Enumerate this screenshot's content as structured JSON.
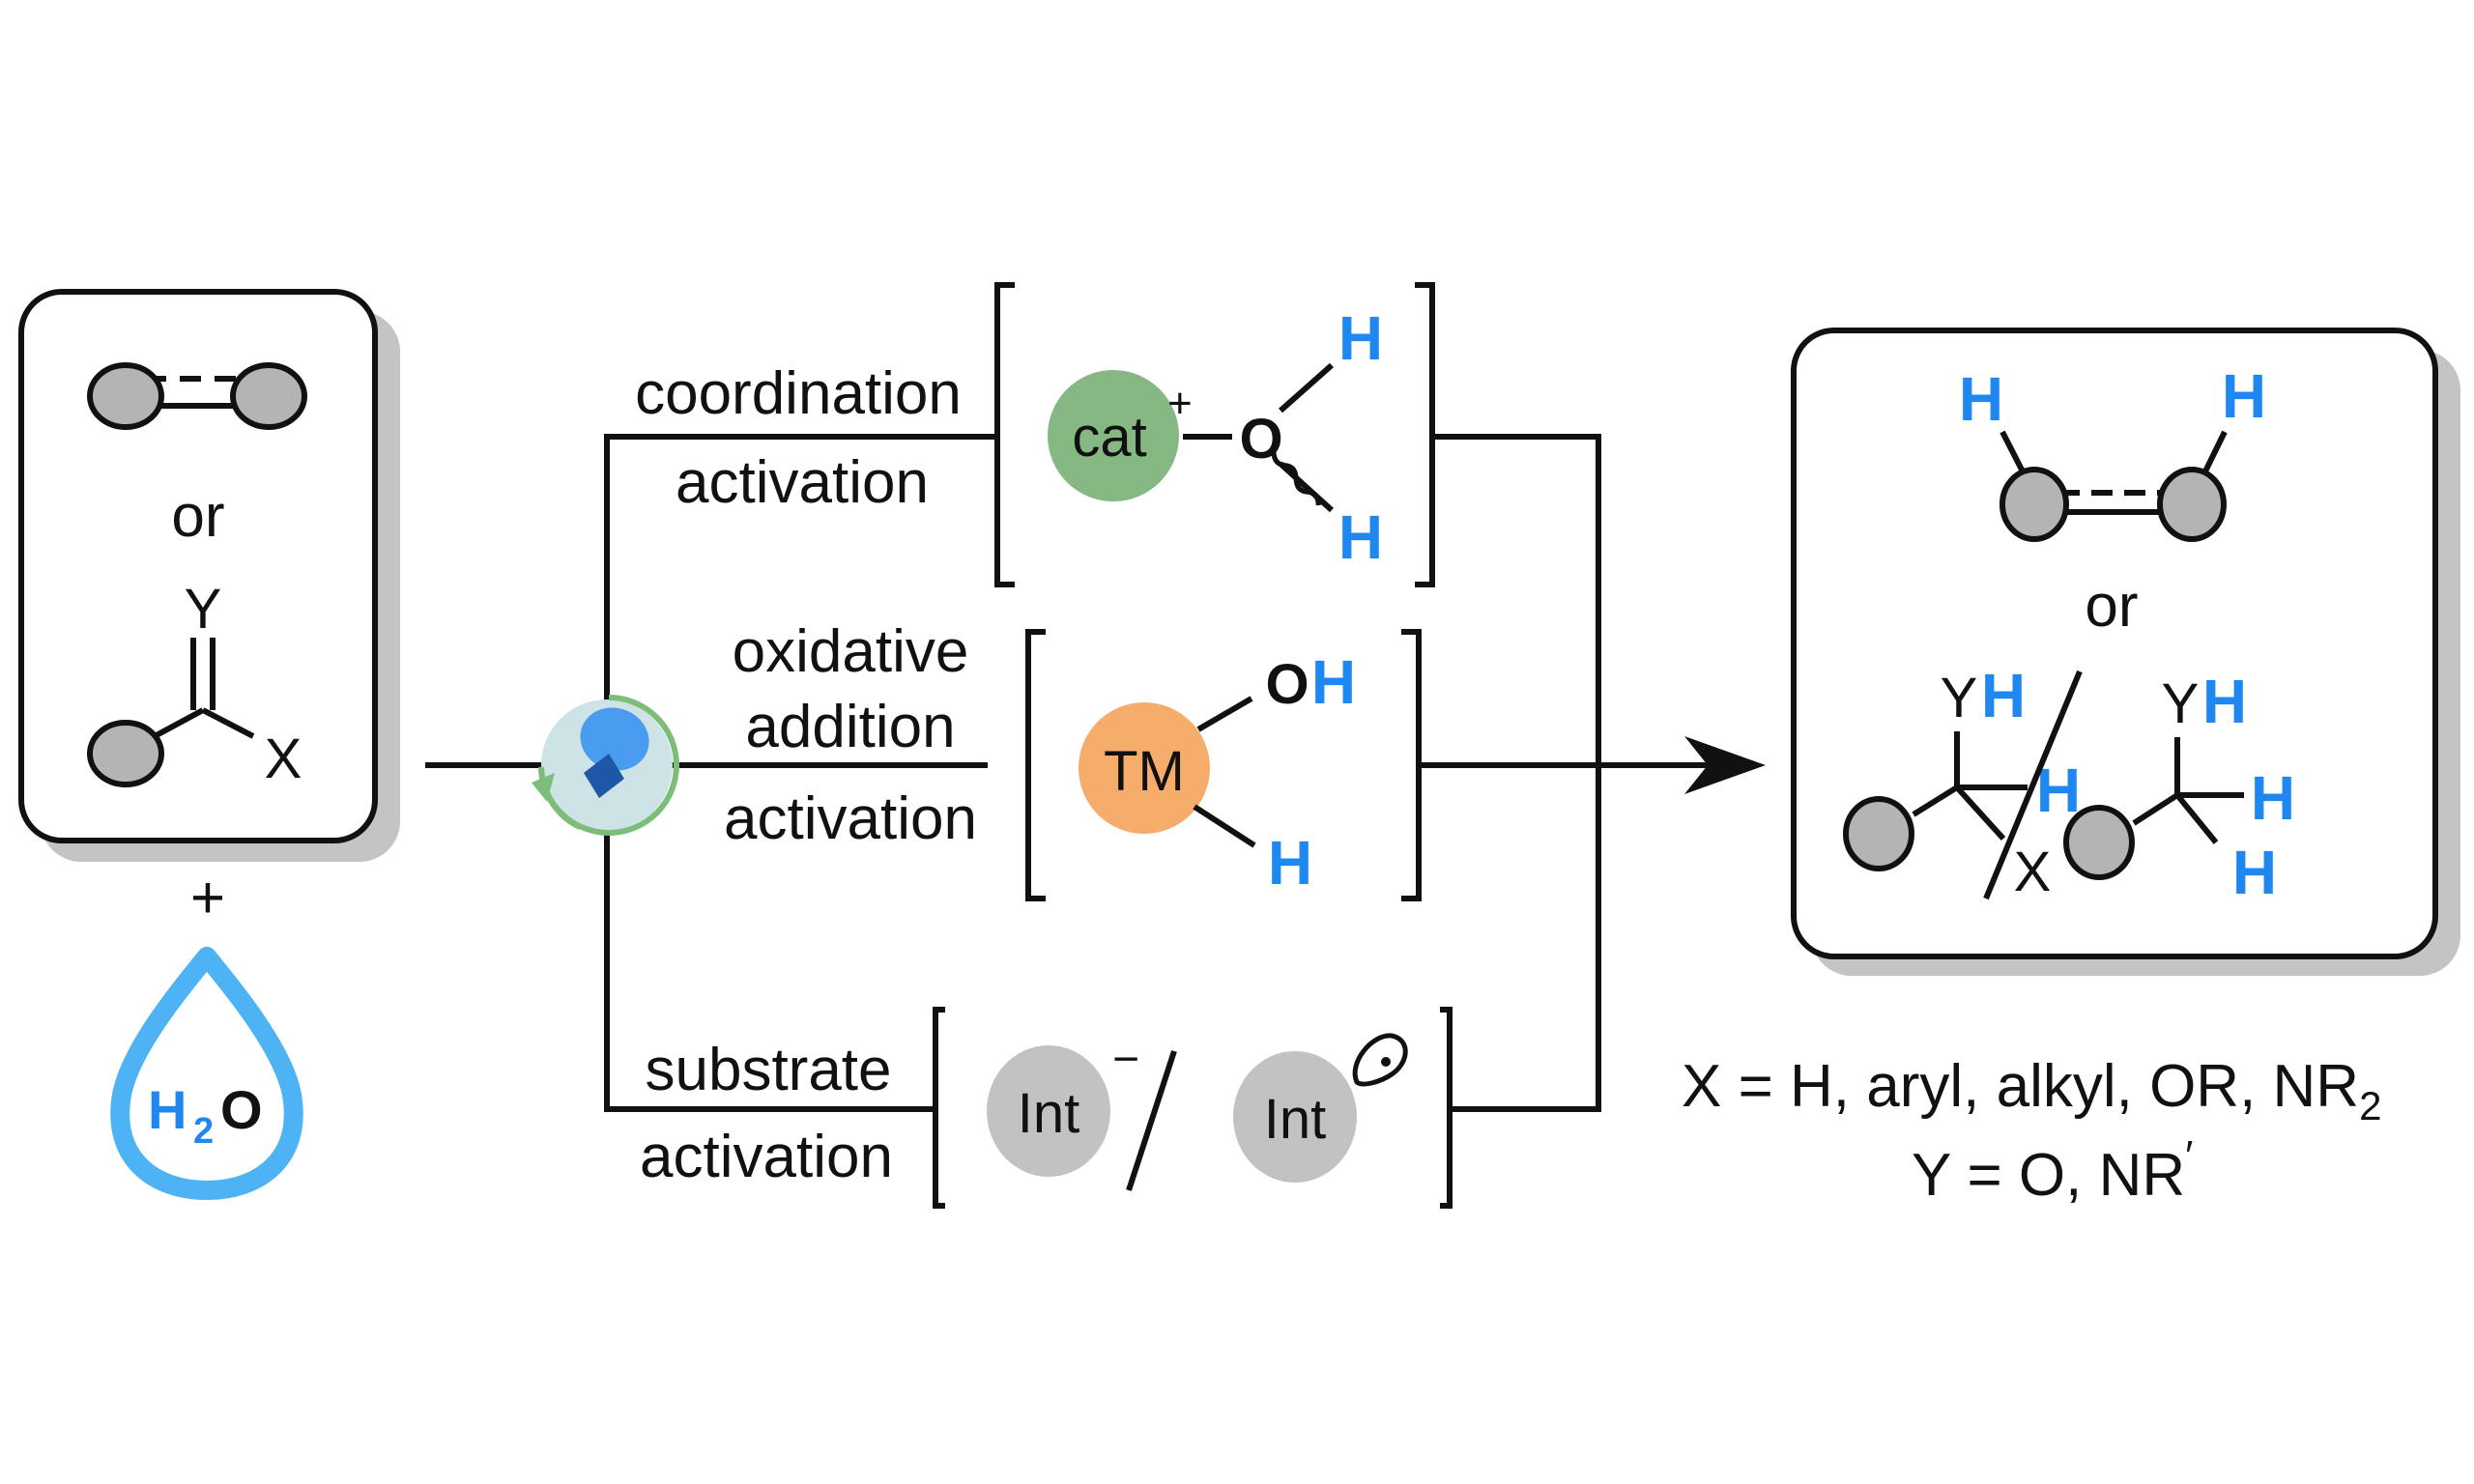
{
  "scheme": {
    "title": "Water as hydrogen source: activation modes",
    "reactants": {
      "or_label": "or",
      "carbonyl_y": "Y",
      "carbonyl_x": "X",
      "plus": "+",
      "water": {
        "h": "H",
        "sub": "2",
        "o": "O"
      }
    },
    "catalyst_icon": "photocatalyst-lightbulb-icon",
    "pathways": [
      {
        "label_line1": "coordination",
        "label_line2": "activation",
        "intermediate": {
          "center": "cat",
          "charge": "+",
          "o": "O",
          "h_top": "H",
          "h_bottom": "H"
        }
      },
      {
        "label_line1": "oxidative",
        "label_line2": "addition",
        "label_line3": "activation",
        "intermediate": {
          "center": "TM",
          "o": "O",
          "h_oh": "H",
          "h": "H"
        }
      },
      {
        "label_line1": "substrate",
        "label_line2": "activation",
        "intermediate": {
          "left": "Int",
          "left_charge": "−",
          "right": "Int"
        }
      }
    ],
    "products": {
      "h_left": "H",
      "h_right": "H",
      "or_label": "or",
      "product_a": {
        "y": "Y",
        "yh": "H",
        "h": "H",
        "x": "X"
      },
      "product_b": {
        "y": "Y",
        "yh": "H",
        "h1": "H",
        "h2": "H"
      }
    },
    "definitions": {
      "x_line_prefix": "X = H, aryl, alkyl, OR, NR",
      "x_line_sub": "2",
      "y_line": "Y = O, NR",
      "y_line_prime": "′"
    },
    "colors": {
      "hydrogen_blue": "#1e88f0",
      "water_drop": "#4db3f5",
      "cat_green": "#86b883",
      "tm_orange": "#f6ac6a",
      "int_gray": "#c2c2c2",
      "cycle_green": "#7dbd7a",
      "bulb_bg": "#cde3e6"
    }
  }
}
